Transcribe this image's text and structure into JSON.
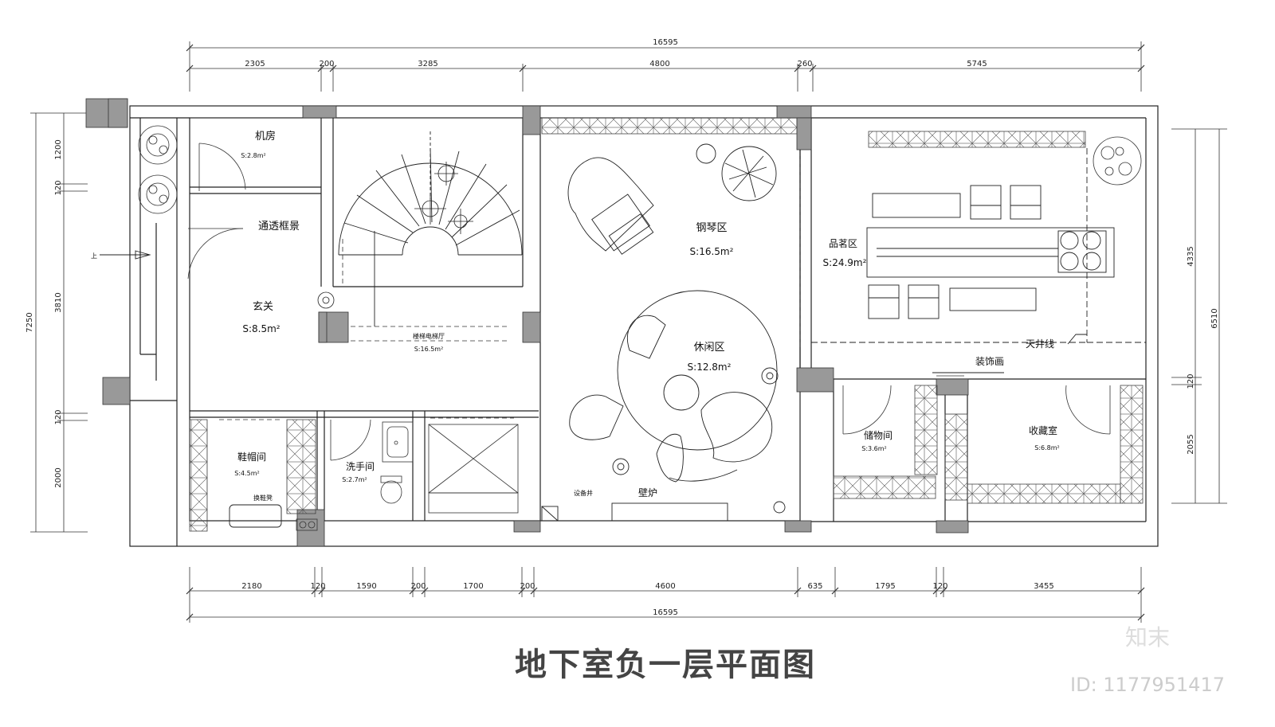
{
  "title": "地下室负一层平面图",
  "watermark": {
    "brand": "知末",
    "id": "ID: 1177951417"
  },
  "dimensions": {
    "top_total": "16595",
    "top": [
      "2305",
      "200",
      "3285",
      "4800",
      "260",
      "5745"
    ],
    "bottom": [
      "2180",
      "120",
      "1590",
      "200",
      "1700",
      "200",
      "4600",
      "635",
      "1795",
      "120",
      "3455"
    ],
    "bottom_total": "16595",
    "left_total": "7250",
    "left": [
      "1200",
      "120",
      "3810",
      "120",
      "2000"
    ],
    "right": [
      "4335",
      "120",
      "2055"
    ],
    "right_total": "6510"
  },
  "rooms": {
    "jifang": {
      "name": "机房",
      "area": "S:2.8m²"
    },
    "tongtou": {
      "name": "通透框景"
    },
    "xuanguan": {
      "name": "玄关",
      "area": "S:8.5m²"
    },
    "louti": {
      "name": "楼梯电梯厅",
      "area": "S:16.5m²"
    },
    "gangqin": {
      "name": "钢琴区",
      "area": "S:16.5m²"
    },
    "xiuxian": {
      "name": "休闲区",
      "area": "S:12.8m²"
    },
    "pinming": {
      "name": "品茗区",
      "area": "S:24.9m²"
    },
    "tianjing": {
      "name": "天井线"
    },
    "zhuangshi": {
      "name": "装饰画"
    },
    "chuwu": {
      "name": "储物间",
      "area": "S:3.6m²"
    },
    "shoucang": {
      "name": "收藏室",
      "area": "S:6.8m²"
    },
    "xiemao": {
      "name": "鞋帽间",
      "area": "S:4.5m²"
    },
    "huanxie": {
      "name": "换鞋凳"
    },
    "xishou": {
      "name": "洗手间",
      "area": "S:2.7m²"
    },
    "shebei": {
      "name": "设备井"
    },
    "bilu": {
      "name": "壁炉"
    },
    "entry": {
      "name": "上"
    }
  }
}
